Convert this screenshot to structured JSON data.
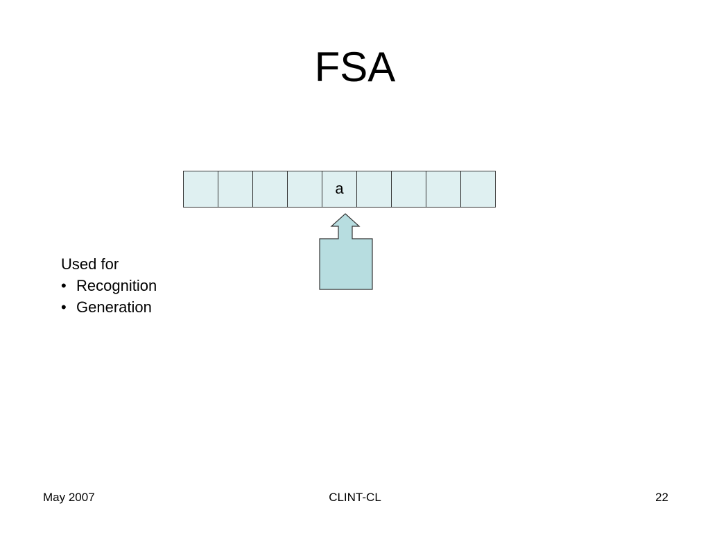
{
  "slide": {
    "title": "FSA"
  },
  "tape": {
    "cells": [
      "",
      "",
      "",
      "",
      "a",
      "",
      "",
      "",
      ""
    ],
    "cell_fill": "#dff0f1",
    "head_fill": "#b7dde0"
  },
  "notes": {
    "heading": "Used for",
    "bullet_glyph": "•",
    "items": [
      "Recognition",
      "Generation"
    ]
  },
  "footer": {
    "date": "May 2007",
    "center": "CLINT-CL",
    "page": "22"
  }
}
